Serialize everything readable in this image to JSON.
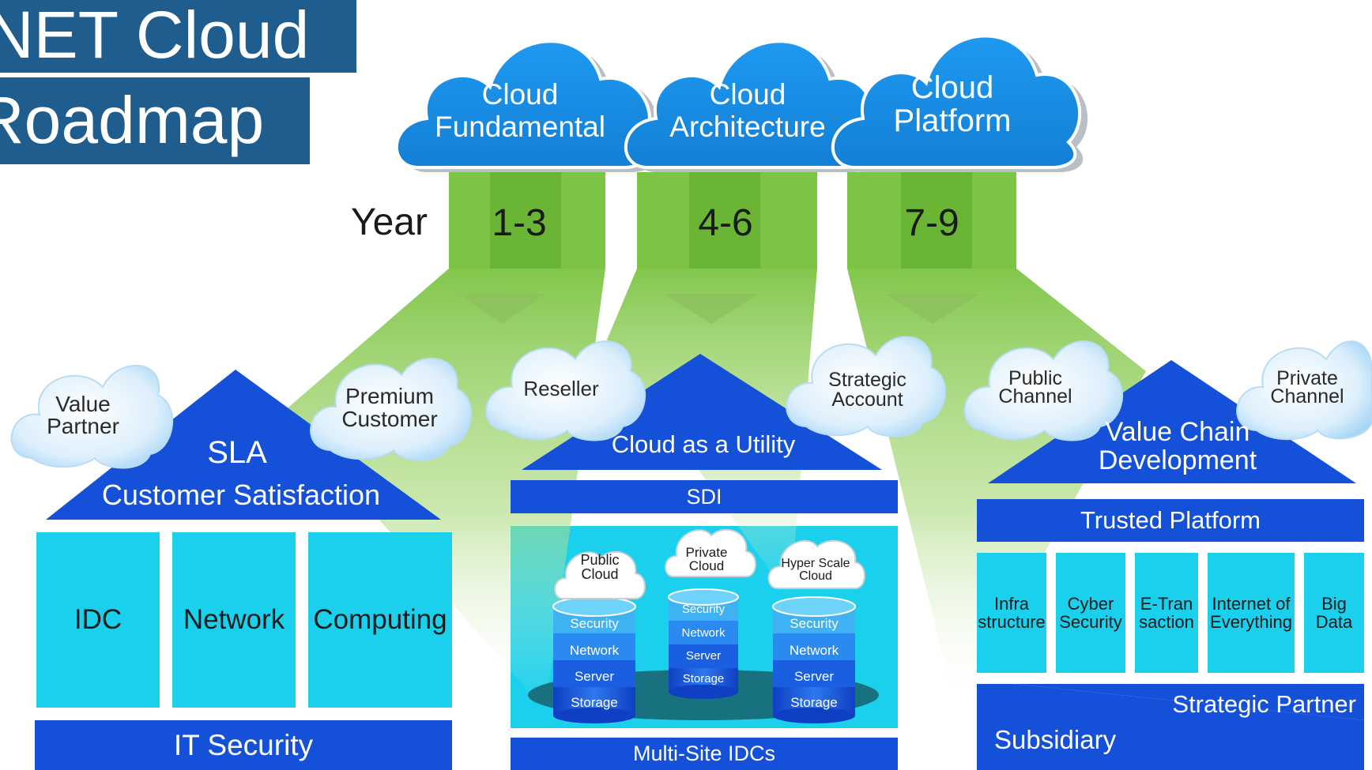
{
  "title": {
    "line1": "NET Cloud",
    "line2": "Roadmap"
  },
  "year_label": "Year",
  "phases": [
    {
      "cloud": "Cloud\nFundamental",
      "years": "1-3"
    },
    {
      "cloud": "Cloud\nArchitecture",
      "years": "4-6"
    },
    {
      "cloud": "Cloud\nPlatform",
      "years": "7-9"
    }
  ],
  "channel_clouds": [
    {
      "label": "Value\nPartner"
    },
    {
      "label": "Premium\nCustomer"
    },
    {
      "label": "Reseller"
    },
    {
      "label": "Strategic\nAccount"
    },
    {
      "label": "Public\nChannel"
    },
    {
      "label": "Private\nChannel"
    }
  ],
  "house1": {
    "roof_line1": "SLA",
    "roof_line2": "Customer Satisfaction",
    "pillars": [
      "IDC",
      "Network",
      "Computing"
    ],
    "base": "IT Security"
  },
  "house2": {
    "roof": "Cloud as a Utility",
    "bar": "SDI",
    "stacks": [
      {
        "cloud": "Public\nCloud",
        "layers": [
          "Security",
          "Network",
          "Server",
          "Storage"
        ]
      },
      {
        "cloud": "Private\nCloud",
        "layers": [
          "Security",
          "Network",
          "Server",
          "Storage"
        ]
      },
      {
        "cloud": "Hyper Scale\nCloud",
        "layers": [
          "Security",
          "Network",
          "Server",
          "Storage"
        ]
      }
    ],
    "base": "Multi-Site IDCs"
  },
  "house3": {
    "roof_line1": "Value Chain",
    "roof_line2": "Development",
    "bar": "Trusted Platform",
    "pillars": [
      "Infra\nstructure",
      "Cyber\nSecurity",
      "E-Tran\nsaction",
      "Internet of\nEverything",
      "Big\nData"
    ],
    "base_upper": "Strategic Partner",
    "base_lower": "Subsidiary"
  },
  "colors": {
    "title_bg": "#1e5d8e",
    "cloud_blue": "#1a8ee0",
    "green": "#7cc443",
    "roof_blue": "#1550d8",
    "tile_cyan": "#1ad0ec",
    "bubble": "#d4ecfb"
  }
}
